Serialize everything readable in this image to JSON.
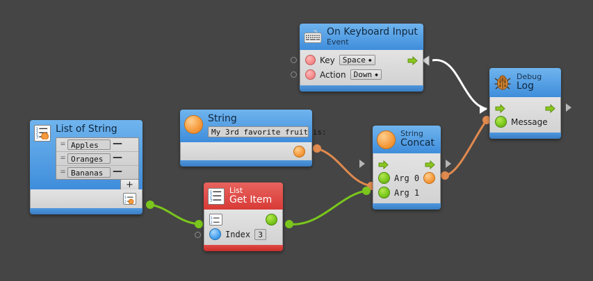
{
  "canvas": {
    "background": "#454545",
    "wire_colors": {
      "exec": "#ffffff",
      "string": "#e08a4e",
      "list": "#7ac61c"
    }
  },
  "nodes": [
    {
      "id": "on-keyboard-input",
      "title": "On Keyboard Input",
      "subtitle": "Event",
      "icon": "keyboard-icon",
      "color": "blue",
      "inputs": [
        {
          "label": "Key",
          "port": "red",
          "widget": {
            "type": "dropdown",
            "value": "Space"
          }
        },
        {
          "label": "Action",
          "port": "red",
          "widget": {
            "type": "dropdown",
            "value": "Down"
          }
        }
      ],
      "outputs": [
        {
          "label": "",
          "port": "exec"
        }
      ]
    },
    {
      "id": "string-literal",
      "title": "String",
      "icon": "string-orange-icon",
      "color": "blue",
      "value": "My 3rd favorite fruit is:",
      "outputs": [
        {
          "label": "",
          "port": "orange"
        }
      ]
    },
    {
      "id": "list-of-string",
      "title": "List of String",
      "icon": "list-icon",
      "color": "blue",
      "items": [
        "Apples",
        "Oranges",
        "Bananas"
      ],
      "add_label": "+",
      "remove_label": "—",
      "grip_label": "=",
      "outputs": [
        {
          "label": "",
          "port": "green"
        }
      ]
    },
    {
      "id": "list-get-item",
      "title": "Get Item",
      "subtitle": "List",
      "icon": "list-icon",
      "color": "red",
      "inputs": [
        {
          "label": "",
          "port": "list"
        },
        {
          "label": "Index",
          "port": "blue",
          "widget": {
            "type": "field",
            "value": "3"
          }
        }
      ],
      "outputs": [
        {
          "label": "",
          "port": "green"
        }
      ]
    },
    {
      "id": "string-concat",
      "title": "Concat",
      "subtitle": "String",
      "icon": "string-orange-icon",
      "color": "blue",
      "inputs": [
        {
          "label": "",
          "port": "exec"
        },
        {
          "label": "Arg 0",
          "port": "green"
        },
        {
          "label": "Arg 1",
          "port": "green"
        }
      ],
      "outputs": [
        {
          "label": "",
          "port": "exec"
        },
        {
          "label": "",
          "port": "orange"
        }
      ]
    },
    {
      "id": "debug-log",
      "title": "Log",
      "subtitle": "Debug",
      "icon": "bug-icon",
      "color": "blue",
      "inputs": [
        {
          "label": "",
          "port": "exec"
        },
        {
          "label": "Message",
          "port": "green"
        }
      ],
      "outputs": [
        {
          "label": "",
          "port": "exec"
        }
      ]
    }
  ],
  "connections": [
    {
      "from": "on-keyboard-input.exec-out",
      "to": "debug-log.exec-in",
      "type": "exec"
    },
    {
      "from": "string-literal.out",
      "to": "string-concat.arg0",
      "type": "string"
    },
    {
      "from": "list-of-string.out",
      "to": "list-get-item.list-in",
      "type": "list"
    },
    {
      "from": "list-get-item.out",
      "to": "string-concat.arg1",
      "type": "list"
    },
    {
      "from": "string-concat.out",
      "to": "debug-log.message",
      "type": "string"
    }
  ]
}
